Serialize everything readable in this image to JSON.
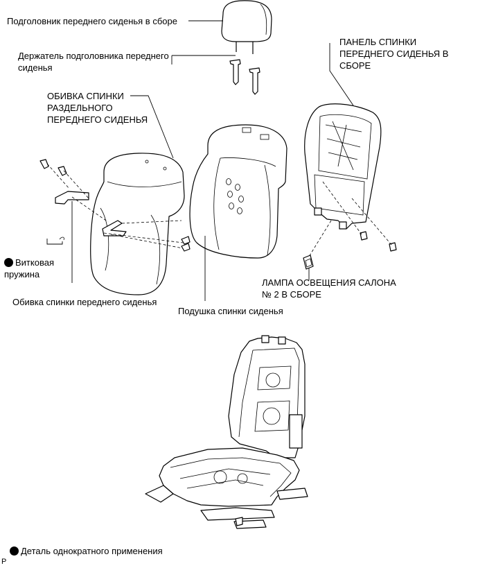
{
  "labels": {
    "headrest": "Подголовник переднего сиденья в сборе",
    "headrest_holder": "Держатель подголовника переднего\nсиденья",
    "separate_back_cover": "ОБИВКА СПИНКИ\nРАЗДЕЛЬНОГО\nПЕРЕДНЕГО СИДЕНЬЯ",
    "back_panel": "ПАНЕЛЬ СПИНКИ\nПЕРЕДНЕГО СИДЕНЬЯ В\nСБОРЕ",
    "coil_spring": "Витковая\nпружина",
    "back_cover": "Обивка спинки переднего сиденья",
    "back_pad": "Подушка спинки сиденья",
    "room_lamp": "ЛАМПА ОСВЕЩЕНИЯ САЛОНА\n№ 2 В СБОРЕ",
    "legend_non_reusable": "Деталь однократного применения",
    "corner_mark": "P"
  },
  "icons": {
    "non_reusable_marker": "filled-circle-icon"
  }
}
